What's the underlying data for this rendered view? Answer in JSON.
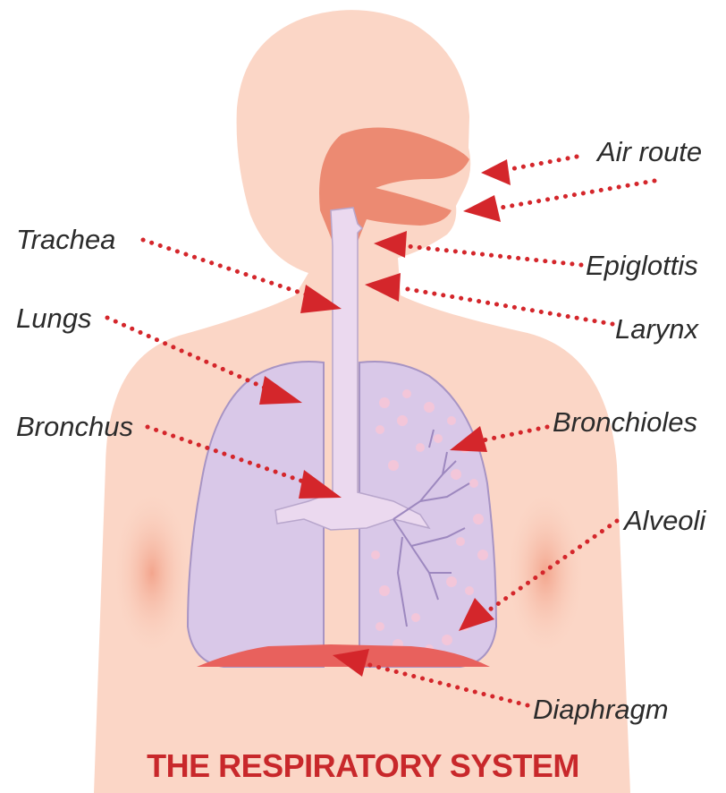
{
  "title": "THE RESPIRATORY SYSTEM",
  "labels": {
    "air_route": "Air route",
    "trachea": "Trachea",
    "epiglottis": "Epiglottis",
    "lungs": "Lungs",
    "larynx": "Larynx",
    "bronchus": "Bronchus",
    "bronchioles": "Bronchioles",
    "alveoli": "Alveoli",
    "diaphragm": "Diaphragm"
  },
  "colors": {
    "body": "#fbd6c6",
    "body_shade": "#f6b29c",
    "lungs": "#d9c8e8",
    "lung_outline": "#a794c4",
    "airway": "#ebd9ef",
    "nasal": "#ec8a72",
    "diaphragm": "#e8615d",
    "arrow": "#d4262b",
    "title": "#c8282b"
  }
}
